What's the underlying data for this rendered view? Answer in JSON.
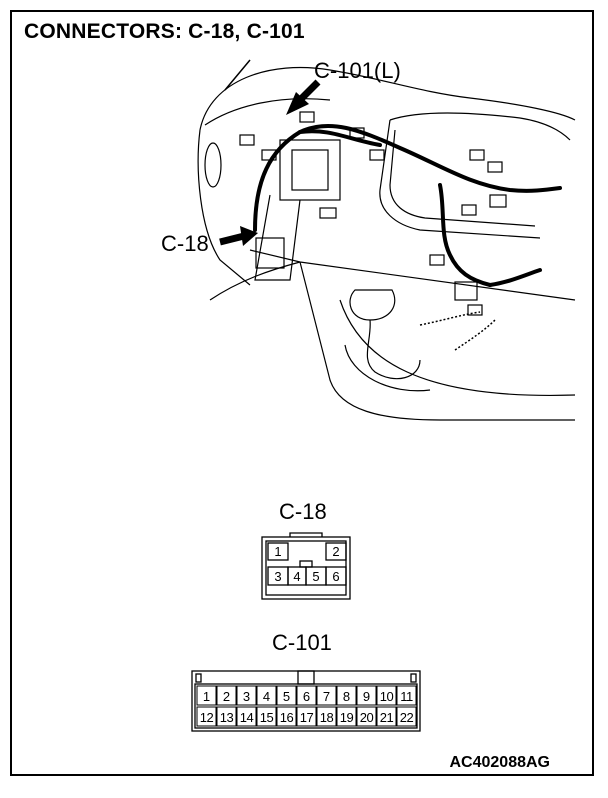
{
  "title": "CONNECTORS: C-18, C-101",
  "figure_code": "AC402088AG",
  "callouts": {
    "c101_pointer": "C-101(L)",
    "c18_pointer": "C-18"
  },
  "connector_c18": {
    "label": "C-18",
    "pins_top": [
      "1",
      "2"
    ],
    "pins_bottom": [
      "3",
      "4",
      "5",
      "6"
    ]
  },
  "connector_c101": {
    "label": "C-101",
    "pins_top": [
      "1",
      "2",
      "3",
      "4",
      "5",
      "6",
      "7",
      "8",
      "9",
      "10",
      "11"
    ],
    "pins_bottom": [
      "12",
      "13",
      "14",
      "15",
      "16",
      "17",
      "18",
      "19",
      "20",
      "21",
      "22"
    ]
  }
}
